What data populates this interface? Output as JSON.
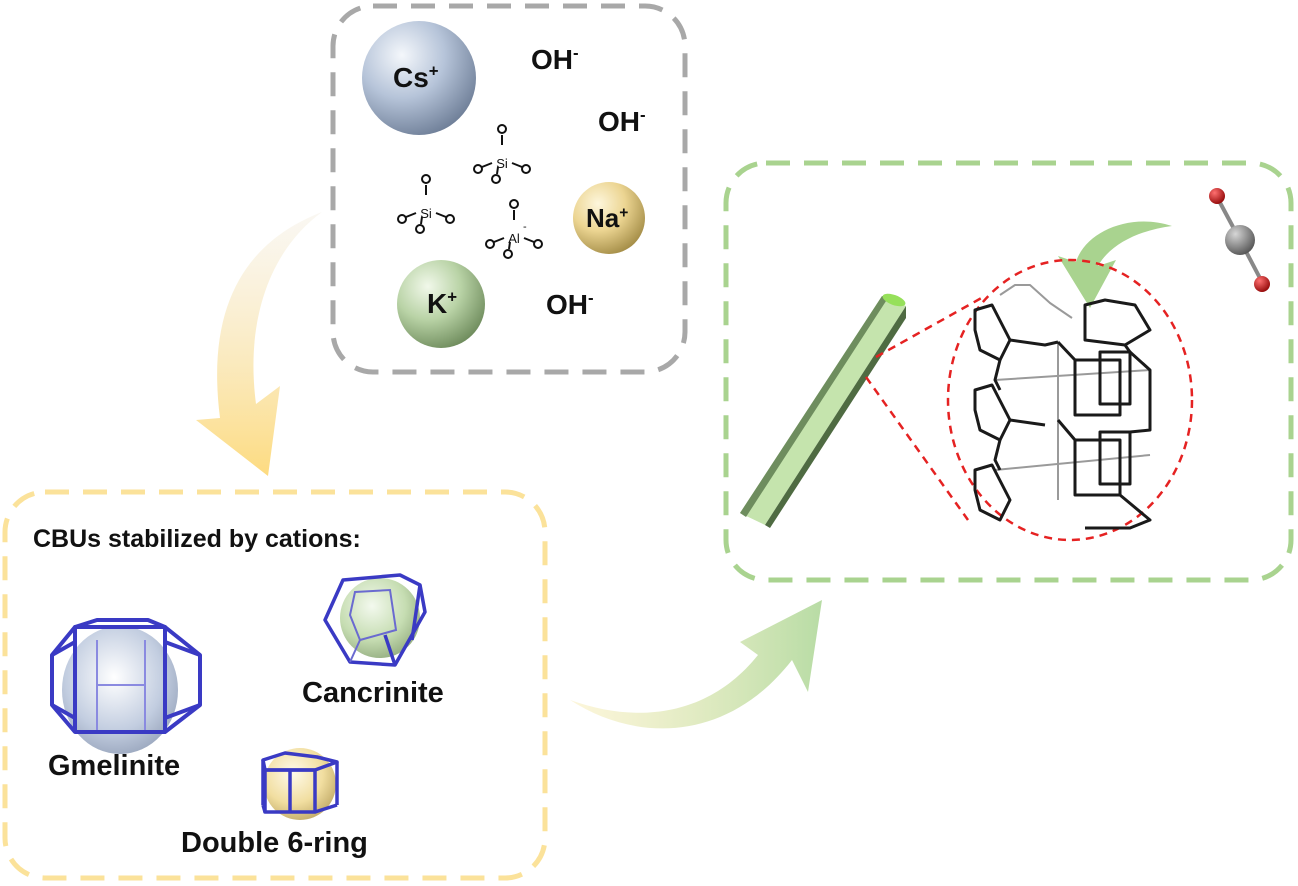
{
  "precursor_box": {
    "cations": [
      {
        "symbol": "Cs",
        "charge": "+",
        "color": "#b6c4d9"
      },
      {
        "symbol": "Na",
        "charge": "+",
        "color": "#ecd592"
      },
      {
        "symbol": "K",
        "charge": "+",
        "color": "#b9d3a6"
      }
    ],
    "anions": [
      {
        "symbol": "OH",
        "charge": "-"
      },
      {
        "symbol": "OH",
        "charge": "-"
      },
      {
        "symbol": "OH",
        "charge": "-"
      }
    ],
    "tetrahedra": [
      {
        "center": "Si",
        "charge": "",
        "ligand": "O"
      },
      {
        "center": "Si",
        "charge": "",
        "ligand": "O"
      },
      {
        "center": "Al",
        "charge": "-",
        "ligand": "O"
      }
    ],
    "border_color": "#a8a8a8"
  },
  "cbu_box": {
    "title": "CBUs stabilized by cations:",
    "units": [
      {
        "name": "Gmelinite",
        "sphere_color": "#b6c4d9"
      },
      {
        "name": "Cancrinite",
        "sphere_color": "#c6ddb2"
      },
      {
        "name": "Double 6-ring",
        "sphere_color": "#f1dea0"
      }
    ],
    "border_color": "#fbe29a",
    "frame_color": "#3a3ac4"
  },
  "product_box": {
    "crystal_color": "#b9dca0",
    "zoom_circle_color": "#e52222",
    "molecule": {
      "name": "CO2",
      "carbon_color": "#777777",
      "oxygen_color": "#c80000"
    },
    "border_color": "#a9d38f"
  },
  "arrows": {
    "precursor_to_cbu": {
      "start_color": "#f4f0e6",
      "end_color": "#fddb80"
    },
    "cbu_to_product": {
      "start_color": "#fbf0c2",
      "end_color": "#b8dca5"
    },
    "co2_adsorption": {
      "color": "#a9d38f"
    }
  }
}
